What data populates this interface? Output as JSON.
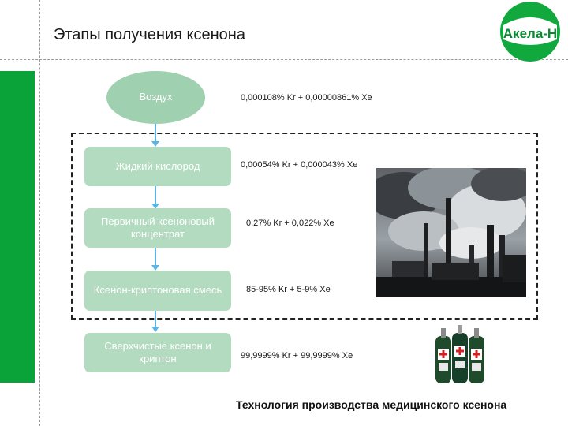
{
  "slide": {
    "title": "Этапы получения ксенона",
    "subtitle": "Технология производства медицинского ксенона",
    "logo_text": "Акела-Н",
    "colors": {
      "accent_green": "#0aa33a",
      "stage_fill": "#b3dbc0",
      "connector_blue": "#5cb3e6"
    }
  },
  "stages": [
    {
      "label": "Воздух",
      "composition": "0,000108% Kr + 0,00000861% Xe"
    },
    {
      "label": "Жидкий кислород",
      "composition": "0,00054% Kr + 0,000043% Xe"
    },
    {
      "label": "Первичный ксеноновый концентрат",
      "composition": "0,27% Kr + 0,022% Xe"
    },
    {
      "label": "Ксенон-криптоновая смесь",
      "composition": "85-95% Kr + 5-9% Xe"
    },
    {
      "label": "Сверхчистые ксенон и криптон",
      "composition": "99,9999% Kr + 99,9999% Xe"
    }
  ],
  "images": {
    "factory_photo": "industrial-plant-smoke-photo",
    "cylinders_photo": "gas-cylinders-photo"
  }
}
